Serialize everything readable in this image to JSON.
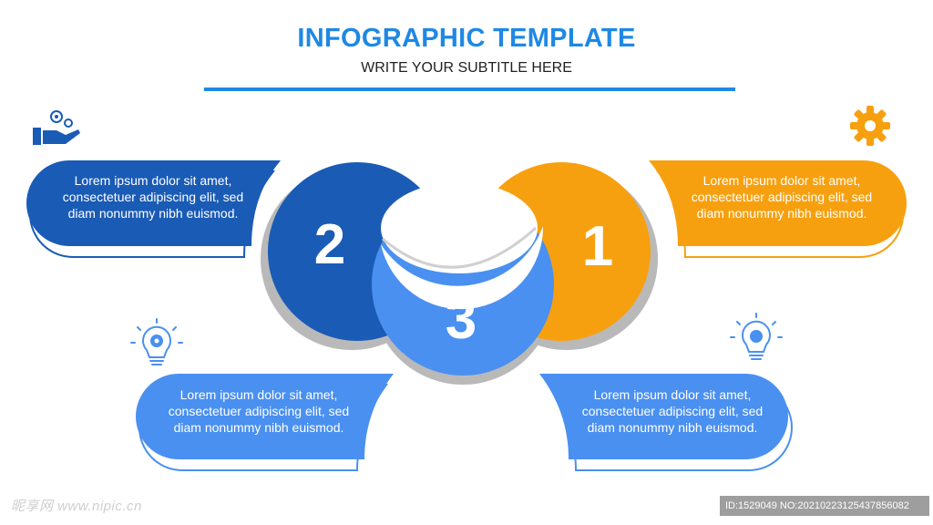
{
  "header": {
    "title": "INFOGRAPHIC TEMPLATE",
    "subtitle": "WRITE YOUR SUBTITLE HERE"
  },
  "colors": {
    "dark_blue": "#1a5bb5",
    "light_blue": "#4a90f0",
    "orange": "#f7a00f",
    "accent": "#1e88e5",
    "shadow": "#b9b9b9"
  },
  "steps": [
    {
      "number": "1",
      "color": "orange"
    },
    {
      "number": "2",
      "color": "dark_blue"
    },
    {
      "number": "3",
      "color": "light_blue"
    }
  ],
  "boxes": {
    "top_left": "Lorem ipsum dolor sit amet, consectetuer adipiscing elit, sed diam nonummy nibh euismod.",
    "top_right": "Lorem ipsum dolor sit amet, consectetuer adipiscing elit, sed diam nonummy nibh euismod.",
    "bottom_left": "Lorem ipsum dolor sit amet, consectetuer adipiscing elit, sed diam nonummy nibh euismod.",
    "bottom_right": "Lorem ipsum dolor sit amet, consectetuer adipiscing elit, sed diam nonummy nibh euismod."
  },
  "icons": {
    "top_left": "hand-gears-icon",
    "top_right": "gear-icon",
    "bottom_left": "lightbulb-gear-icon",
    "bottom_right": "lightbulb-icon"
  },
  "footer": {
    "watermark": "昵享网 www.nipic.cn",
    "id_text": "ID:1529049 NO:20210223125437856082"
  }
}
